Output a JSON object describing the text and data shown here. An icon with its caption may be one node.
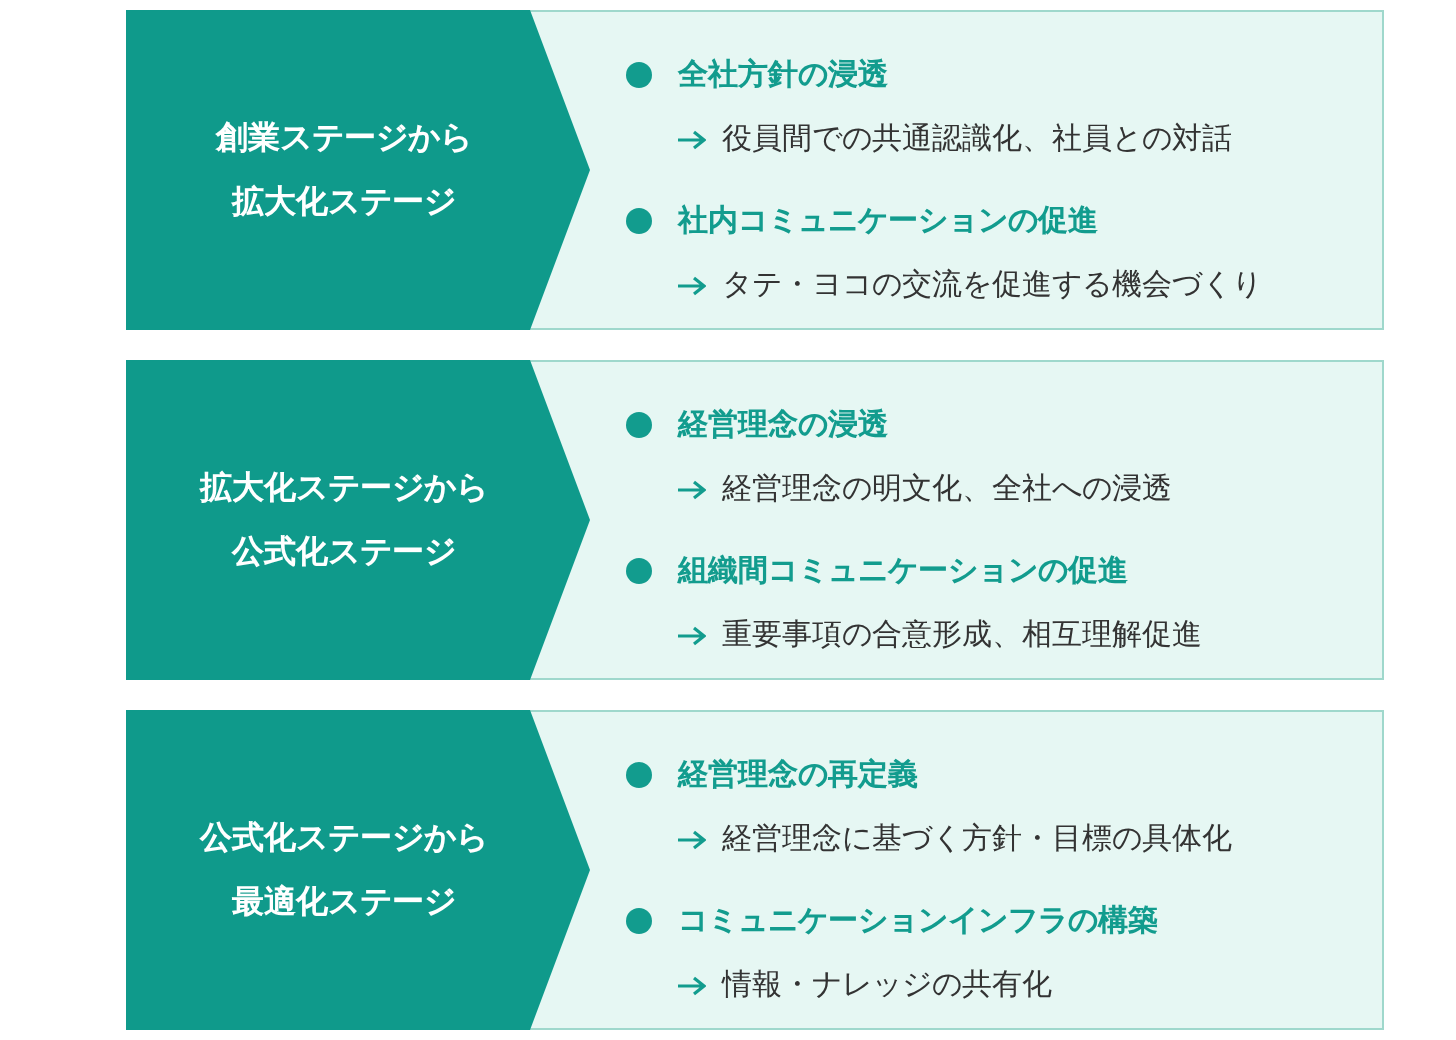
{
  "diagram": {
    "nodes": [
      {
        "text": [
          "全社方針の浸透",
          "役員間での共通認識化、社員との対話",
          "社内コミュニケーションの促進",
          "タテ・ヨコの交流を促進する機会づくり"
        ]
      },
      {
        "text": [
          "創業ステージから拡大化ステージ"
        ],
        "in": 0
      },
      {
        "text": [
          "経営理念の浸透",
          "経営理念の明文化、全社への浸透",
          "組織間コミュニケーションの促進",
          "重要事項の合意形成、相互理解促進"
        ]
      },
      {
        "text": [
          "拡大化ステージから公式化ステージ"
        ],
        "in": 2
      },
      {
        "text": [
          "経営理念の再定義",
          "経営理念に基づく方針・目標の具体化",
          "コミュニケーションインフラの構築",
          "情報・ナレッジの共有化"
        ]
      },
      {
        "text": [
          "公式化ステージから最適化ステージ"
        ],
        "in": 4
      }
    ]
  }
}
